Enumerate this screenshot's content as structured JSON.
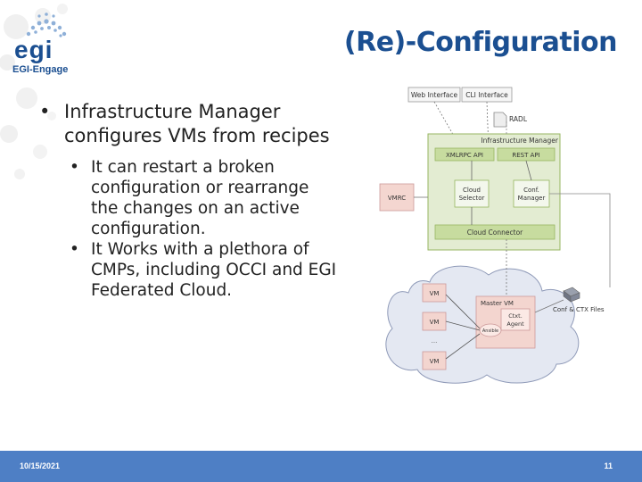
{
  "logo": {
    "word": "egi",
    "subtitle": "EGI-Engage"
  },
  "slide": {
    "title": "(Re)-Configuration",
    "bullets": [
      "Infrastructure Manager configures VMs from recipes"
    ],
    "sub_bullets": [
      "It can restart a broken configuration or rearrange the changes on an active configuration.",
      "It Works with a plethora of CMPs, including OCCI and EGI Federated Cloud."
    ]
  },
  "diagram": {
    "web_interface": "Web Interface",
    "cli_interface": "CLI Interface",
    "radl": "RADL",
    "infrastructure_manager": "Infrastructure Manager",
    "xmlrpc_api": "XMLRPC API",
    "rest_api": "REST API",
    "vmrc": "VMRC",
    "cloud_selector_line1": "Cloud",
    "cloud_selector_line2": "Selector",
    "conf_manager_line1": "Conf.",
    "conf_manager_line2": "Manager",
    "cloud_connector": "Cloud Connector",
    "vm": "VM",
    "ellipsis": "...",
    "master_vm": "Master VM",
    "ctxt_agent_line1": "Ctxt.",
    "ctxt_agent_line2": "Agent",
    "ansible": "Ansible",
    "conf_files": "Conf & CTX Files"
  },
  "footer": {
    "date": "10/15/2021",
    "page": "11"
  },
  "colors": {
    "brand_blue": "#1b4f91",
    "footer_blue": "#4e7fc5",
    "green_box": "#c7dc9f",
    "green_box_dark": "#97b661",
    "vmrc_pink": "#f4d6d0",
    "cloud_fill": "#e4e8f2",
    "vm_pink": "#f3d5cf"
  }
}
